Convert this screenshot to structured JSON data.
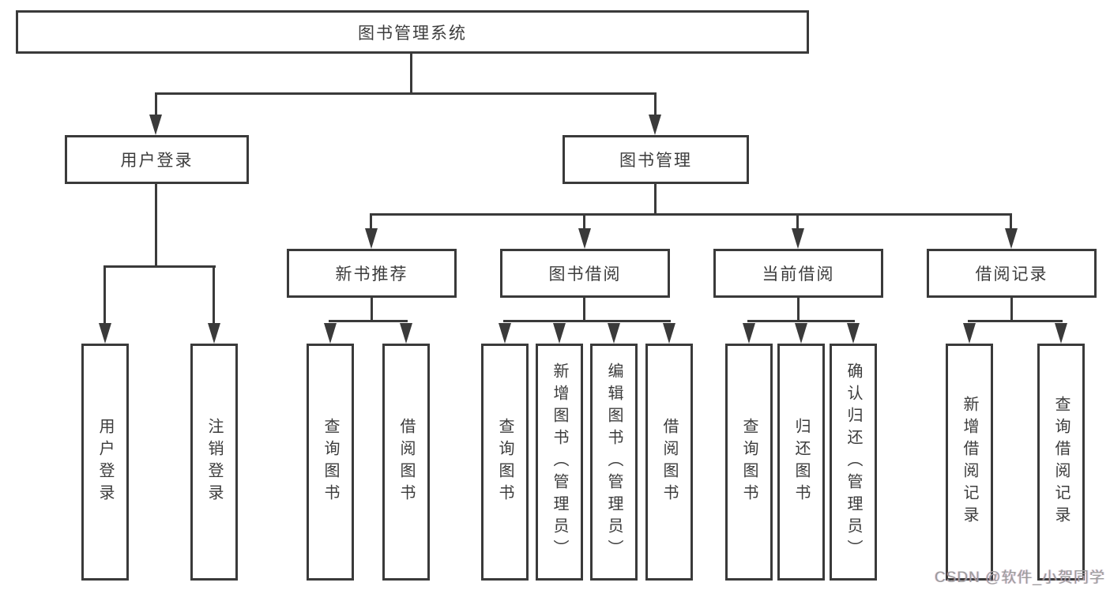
{
  "tree": {
    "label": "图书管理系统",
    "children": [
      {
        "label": "用户登录",
        "children": [
          {
            "label": "用户登录"
          },
          {
            "label": "注销登录"
          }
        ]
      },
      {
        "label": "图书管理",
        "children": [
          {
            "label": "新书推荐",
            "children": [
              {
                "label": "查询图书"
              },
              {
                "label": "借阅图书"
              }
            ]
          },
          {
            "label": "图书借阅",
            "children": [
              {
                "label": "查询图书"
              },
              {
                "label": "新增图书（管理员）"
              },
              {
                "label": "编辑图书（管理员）"
              },
              {
                "label": "借阅图书"
              }
            ]
          },
          {
            "label": "当前借阅",
            "children": [
              {
                "label": "查询图书"
              },
              {
                "label": "归还图书"
              },
              {
                "label": "确认归还（管理员）"
              }
            ]
          },
          {
            "label": "借阅记录",
            "children": [
              {
                "label": "新增借阅记录"
              },
              {
                "label": "查询借阅记录"
              }
            ]
          }
        ]
      }
    ]
  },
  "watermark": {
    "text": "CSDN @软件_小贺同学"
  },
  "colors": {
    "line": "#3a3a3a",
    "text": "#3c3c3c",
    "watermark": "#9c9c9c",
    "background": "#ffffff"
  }
}
